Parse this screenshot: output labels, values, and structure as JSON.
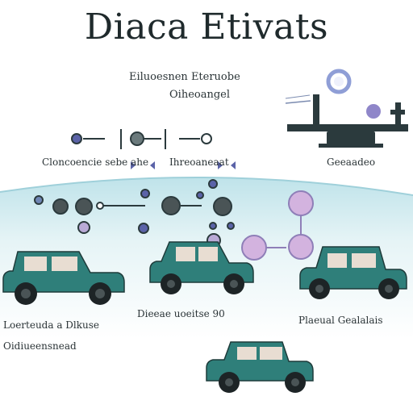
{
  "title": "Diaca Etivats",
  "labels": {
    "top_center_1": "Eiluoesnen Eteruobe",
    "top_center_2": "Oiheoangel",
    "row_left": "Cloncoencie sebe ahe",
    "row_right": "Ihreoaneaat",
    "right_scale": "Geeaadeo",
    "car_left": "Loerteuda a Dlkuse",
    "car_center": "Dieeae uoeitse 90",
    "car_right": "Plaeual Gealalais",
    "car_bottom_left": "Oidiueensnead"
  },
  "icons": {
    "wheel": "car-wheel-icon",
    "car": "car-icon",
    "scale": "balance-scale-icon",
    "node": "node-circle-icon",
    "dumbbell": "dumbbell-icon"
  },
  "colors": {
    "car_body": "#2f7f7a",
    "car_window": "#e8ddd2",
    "tire": "#1d2426",
    "wave_fill": "#d8eef2",
    "node_purple": "#c9a7d8",
    "dark": "#2b3a3d",
    "blue_dot": "#5b63a8"
  }
}
